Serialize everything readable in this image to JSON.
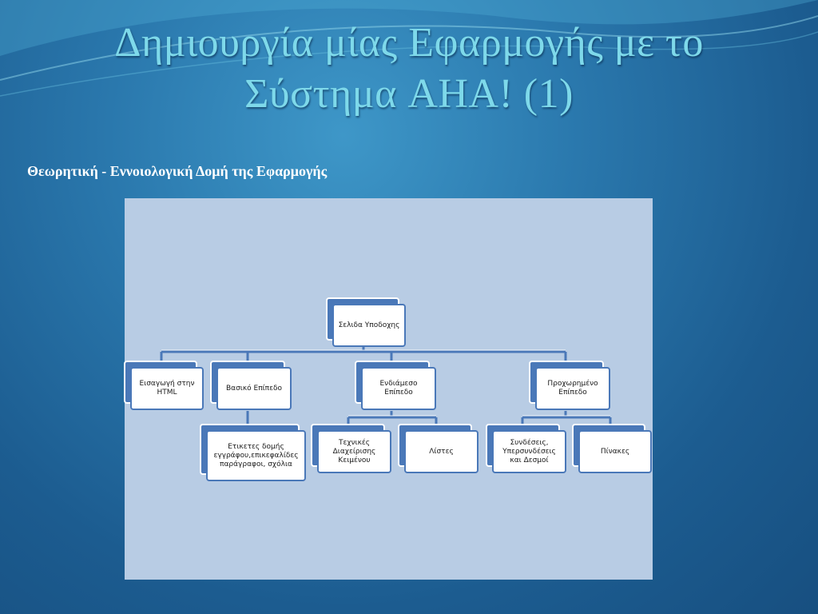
{
  "title_line1": "Δημιουργία μίας Εφαρμογής με το",
  "title_line2": "Σύστημα AHA! (1)",
  "subtitle": "Θεωρητική - Εννοιολογική Δομή της Εφαρμογής",
  "nodes": {
    "root": "Σελιδα Υποδοχης",
    "intro": "Εισαγωγή στην HTML",
    "basic": "Βασικό Επίπεδο",
    "basic_child": "Ετικετες δομής εγγράφου,επικεφαλίδες παράγραφοι, σχόλια",
    "intermediate": "Ενδιάμεσο Επίπεδο",
    "text_tech": "Τεχνικές Διαχείρισης Κειμένου",
    "lists": "Λίστες",
    "advanced": "Προχωρημένο Επίπεδο",
    "links": "Συνδέσεις, Υπερσυνδέσεις και Δεσμοί",
    "tables": "Πίνακες"
  },
  "colors": {
    "canvas": "#b8cce4",
    "node_accent": "#4a78b8",
    "title": "#7ed9ea"
  }
}
